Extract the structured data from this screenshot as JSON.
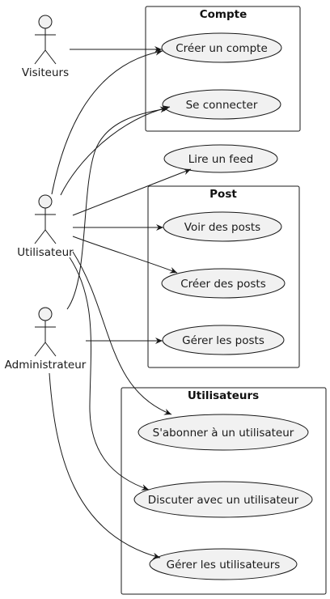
{
  "colors": {
    "background": "#ffffff",
    "ellipse_fill": "#f1f1f1",
    "actor_fill": "#f1f1f1",
    "stroke": "#181818"
  },
  "packages": {
    "compte": {
      "title": "Compte"
    },
    "post": {
      "title": "Post"
    },
    "utilisateurs": {
      "title": "Utilisateurs"
    }
  },
  "actors": {
    "visiteurs": {
      "label": "Visiteurs"
    },
    "utilisateur": {
      "label": "Utilisateur"
    },
    "administrateur": {
      "label": "Administrateur"
    }
  },
  "use_cases": {
    "creer_compte": {
      "label": "Créer un compte"
    },
    "se_connecter": {
      "label": "Se connecter"
    },
    "lire_feed": {
      "label": "Lire un feed"
    },
    "voir_posts": {
      "label": "Voir des posts"
    },
    "creer_posts": {
      "label": "Créer des posts"
    },
    "gerer_posts": {
      "label": "Gérer les posts"
    },
    "abonner": {
      "label": "S'abonner à un utilisateur"
    },
    "discuter": {
      "label": "Discuter avec un utilisateur"
    },
    "gerer_utilisateurs": {
      "label": "Gérer les utilisateurs"
    }
  }
}
